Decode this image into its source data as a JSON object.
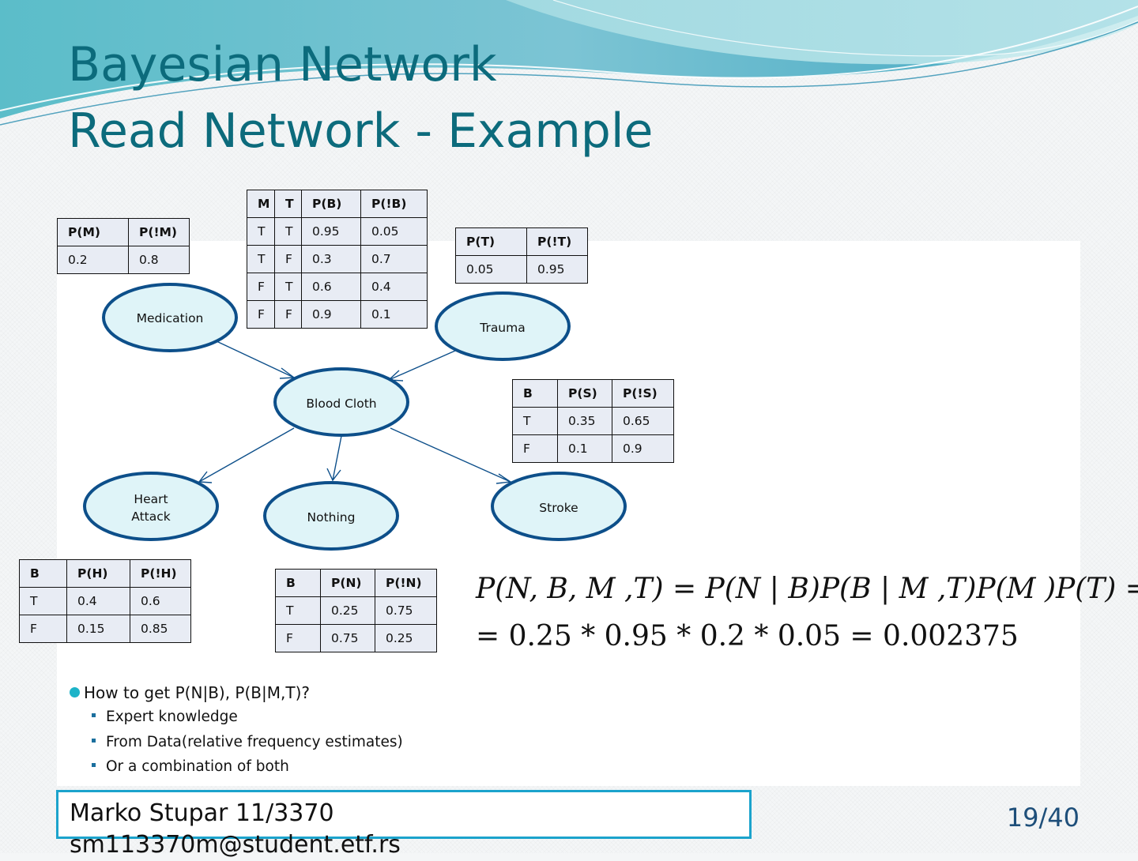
{
  "slide": {
    "title_line1": "Bayesian Network",
    "title_line2": "Read Network - Example",
    "page_number": "19/40",
    "footer_line1": "Marko Stupar  11/3370",
    "footer_line2": "sm113370m@student.etf.rs"
  },
  "nodes": {
    "medication": "Medication",
    "trauma": "Trauma",
    "blood_cloth": "Blood Cloth",
    "heart_attack_1": "Heart",
    "heart_attack_2": "Attack",
    "nothing": "Nothing",
    "stroke": "Stroke"
  },
  "tables": {
    "pm": {
      "headers": [
        "P(M)",
        "P(!M)"
      ],
      "rows": [
        [
          "0.2",
          "0.8"
        ]
      ]
    },
    "pb": {
      "headers": [
        "M",
        "T",
        "P(B)",
        "P(!B)"
      ],
      "rows": [
        [
          "T",
          "T",
          "0.95",
          "0.05"
        ],
        [
          "T",
          "F",
          "0.3",
          "0.7"
        ],
        [
          "F",
          "T",
          "0.6",
          "0.4"
        ],
        [
          "F",
          "F",
          "0.9",
          "0.1"
        ]
      ]
    },
    "pt": {
      "headers": [
        "P(T)",
        "P(!T)"
      ],
      "rows": [
        [
          "0.05",
          "0.95"
        ]
      ]
    },
    "ps": {
      "headers": [
        "B",
        "P(S)",
        "P(!S)"
      ],
      "rows": [
        [
          "T",
          "0.35",
          "0.65"
        ],
        [
          "F",
          "0.1",
          "0.9"
        ]
      ]
    },
    "ph": {
      "headers": [
        "B",
        "P(H)",
        "P(!H)"
      ],
      "rows": [
        [
          "T",
          "0.4",
          "0.6"
        ],
        [
          "F",
          "0.15",
          "0.85"
        ]
      ]
    },
    "pn": {
      "headers": [
        "B",
        "P(N)",
        "P(!N)"
      ],
      "rows": [
        [
          "T",
          "0.25",
          "0.75"
        ],
        [
          "F",
          "0.75",
          "0.25"
        ]
      ]
    }
  },
  "formula": {
    "line1": "P(N, B, M ,T) = P(N | B)P(B | M ,T)P(M )P(T) =",
    "line2": "= 0.25 * 0.95 * 0.2 * 0.05 = 0.002375"
  },
  "bullets": {
    "main": "How to get P(N|B), P(B|M,T)?",
    "subs": [
      "Expert knowledge",
      "From Data(relative frequency estimates)",
      "Or a combination of both"
    ]
  },
  "colors": {
    "title": "#0c6b7c",
    "node_fill": "#dff4f8",
    "node_stroke": "#0d4f8a",
    "table_fill": "#e8ecf4",
    "footer_border": "#1ba3cc",
    "bullet": "#1cb3c8"
  }
}
